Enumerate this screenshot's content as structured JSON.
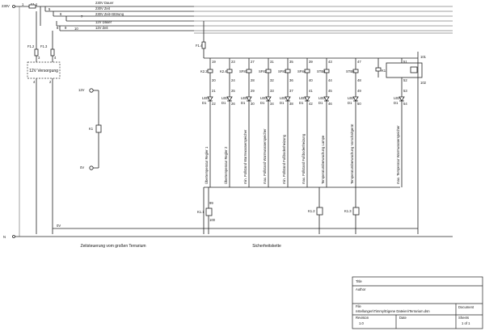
{
  "supply": {
    "main_label": "230V",
    "lines": [
      "230V Dauer",
      "230V Zeit",
      "230V Zeit+Störung",
      "12V Dauer",
      "12V Zeit"
    ],
    "neutral_label": "N",
    "zero_label": "0V",
    "nodes_top": [
      "1",
      "5",
      "6",
      "7",
      "8",
      "9",
      "10"
    ],
    "f11": "F1.1",
    "f12": "F1.2",
    "f13": "F1.3",
    "f14": "F1.4",
    "node_3": "3",
    "node_4": "4",
    "node_2": "2"
  },
  "psu": {
    "label": "12V Versorgung"
  },
  "k1_block": {
    "v12": "12V",
    "v0": "0V",
    "k1": "K1"
  },
  "columns": [
    {
      "relay": "K2.2",
      "top": "19",
      "mid": "20",
      "low": "21",
      "bot": "22",
      "desc": "Übertemperatur Regler 1"
    },
    {
      "relay": "K2.4",
      "top": "23",
      "mid": "24",
      "low": "25",
      "bot": "26",
      "desc": "Übertemperatur Regler 2"
    },
    {
      "relay": "SF81",
      "top": "27",
      "mid": "28",
      "low": "29",
      "bot": "30",
      "desc": "min. Füllstand Warmwasserspeicher"
    },
    {
      "relay": "SF82",
      "top": "31",
      "mid": "32",
      "low": "33",
      "bot": "34",
      "desc": "max. Füllstand Warmwasserspeicher"
    },
    {
      "relay": "SF83",
      "top": "35",
      "mid": "36",
      "low": "37",
      "bot": "38",
      "desc": "min. Füllstand Fußbodenheizung"
    },
    {
      "relay": "SF84",
      "top": "39",
      "mid": "40",
      "low": "41",
      "bot": "42",
      "desc": "max. Füllstand Fußbodenheizung"
    },
    {
      "relay": "STB4",
      "top": "43",
      "mid": "44",
      "low": "45",
      "bot": "46",
      "desc": "Temperaturüberwachung Lampe"
    },
    {
      "relay": "STB5",
      "top": "47",
      "mid": "48",
      "low": "49",
      "bot": "50",
      "desc": "Temperaturüberwachung Vorschaltgerät"
    },
    {
      "relay": "K1.3",
      "top": "",
      "mid": "",
      "low": "",
      "bot": "",
      "desc": ""
    },
    {
      "relay": "STB6",
      "top": "51",
      "mid": "52",
      "low": "53",
      "bot": "54",
      "desc": "max. Temperatur Warmwasserspeicher"
    }
  ],
  "led": {
    "label": "LED",
    "sub": "D1"
  },
  "right_box": {
    "top": "101",
    "bot": "102"
  },
  "coils": [
    {
      "name": "K1.1",
      "top": "99",
      "bot": "100"
    },
    {
      "name": "K1.2",
      "top": "",
      "bot": ""
    },
    {
      "name": "K1.3",
      "top": "",
      "bot": ""
    }
  ],
  "captions": {
    "left": "Zeitsteuerung vom großen Terrarium",
    "right": "Sicherheitskette"
  },
  "title_block": {
    "title_label": "Title",
    "title_value": "",
    "author_label": "Author",
    "author_value": "",
    "file_label": "File",
    "file_value": "nstellungen\\Timmy\\Eigene Dateien\\Terrarium.dsn",
    "document_label": "Document",
    "revision_label": "Revision",
    "revision_value": "1.0",
    "date_label": "Date",
    "date_value": "",
    "sheets_label": "Sheets",
    "sheets_value": "1 of 1"
  }
}
